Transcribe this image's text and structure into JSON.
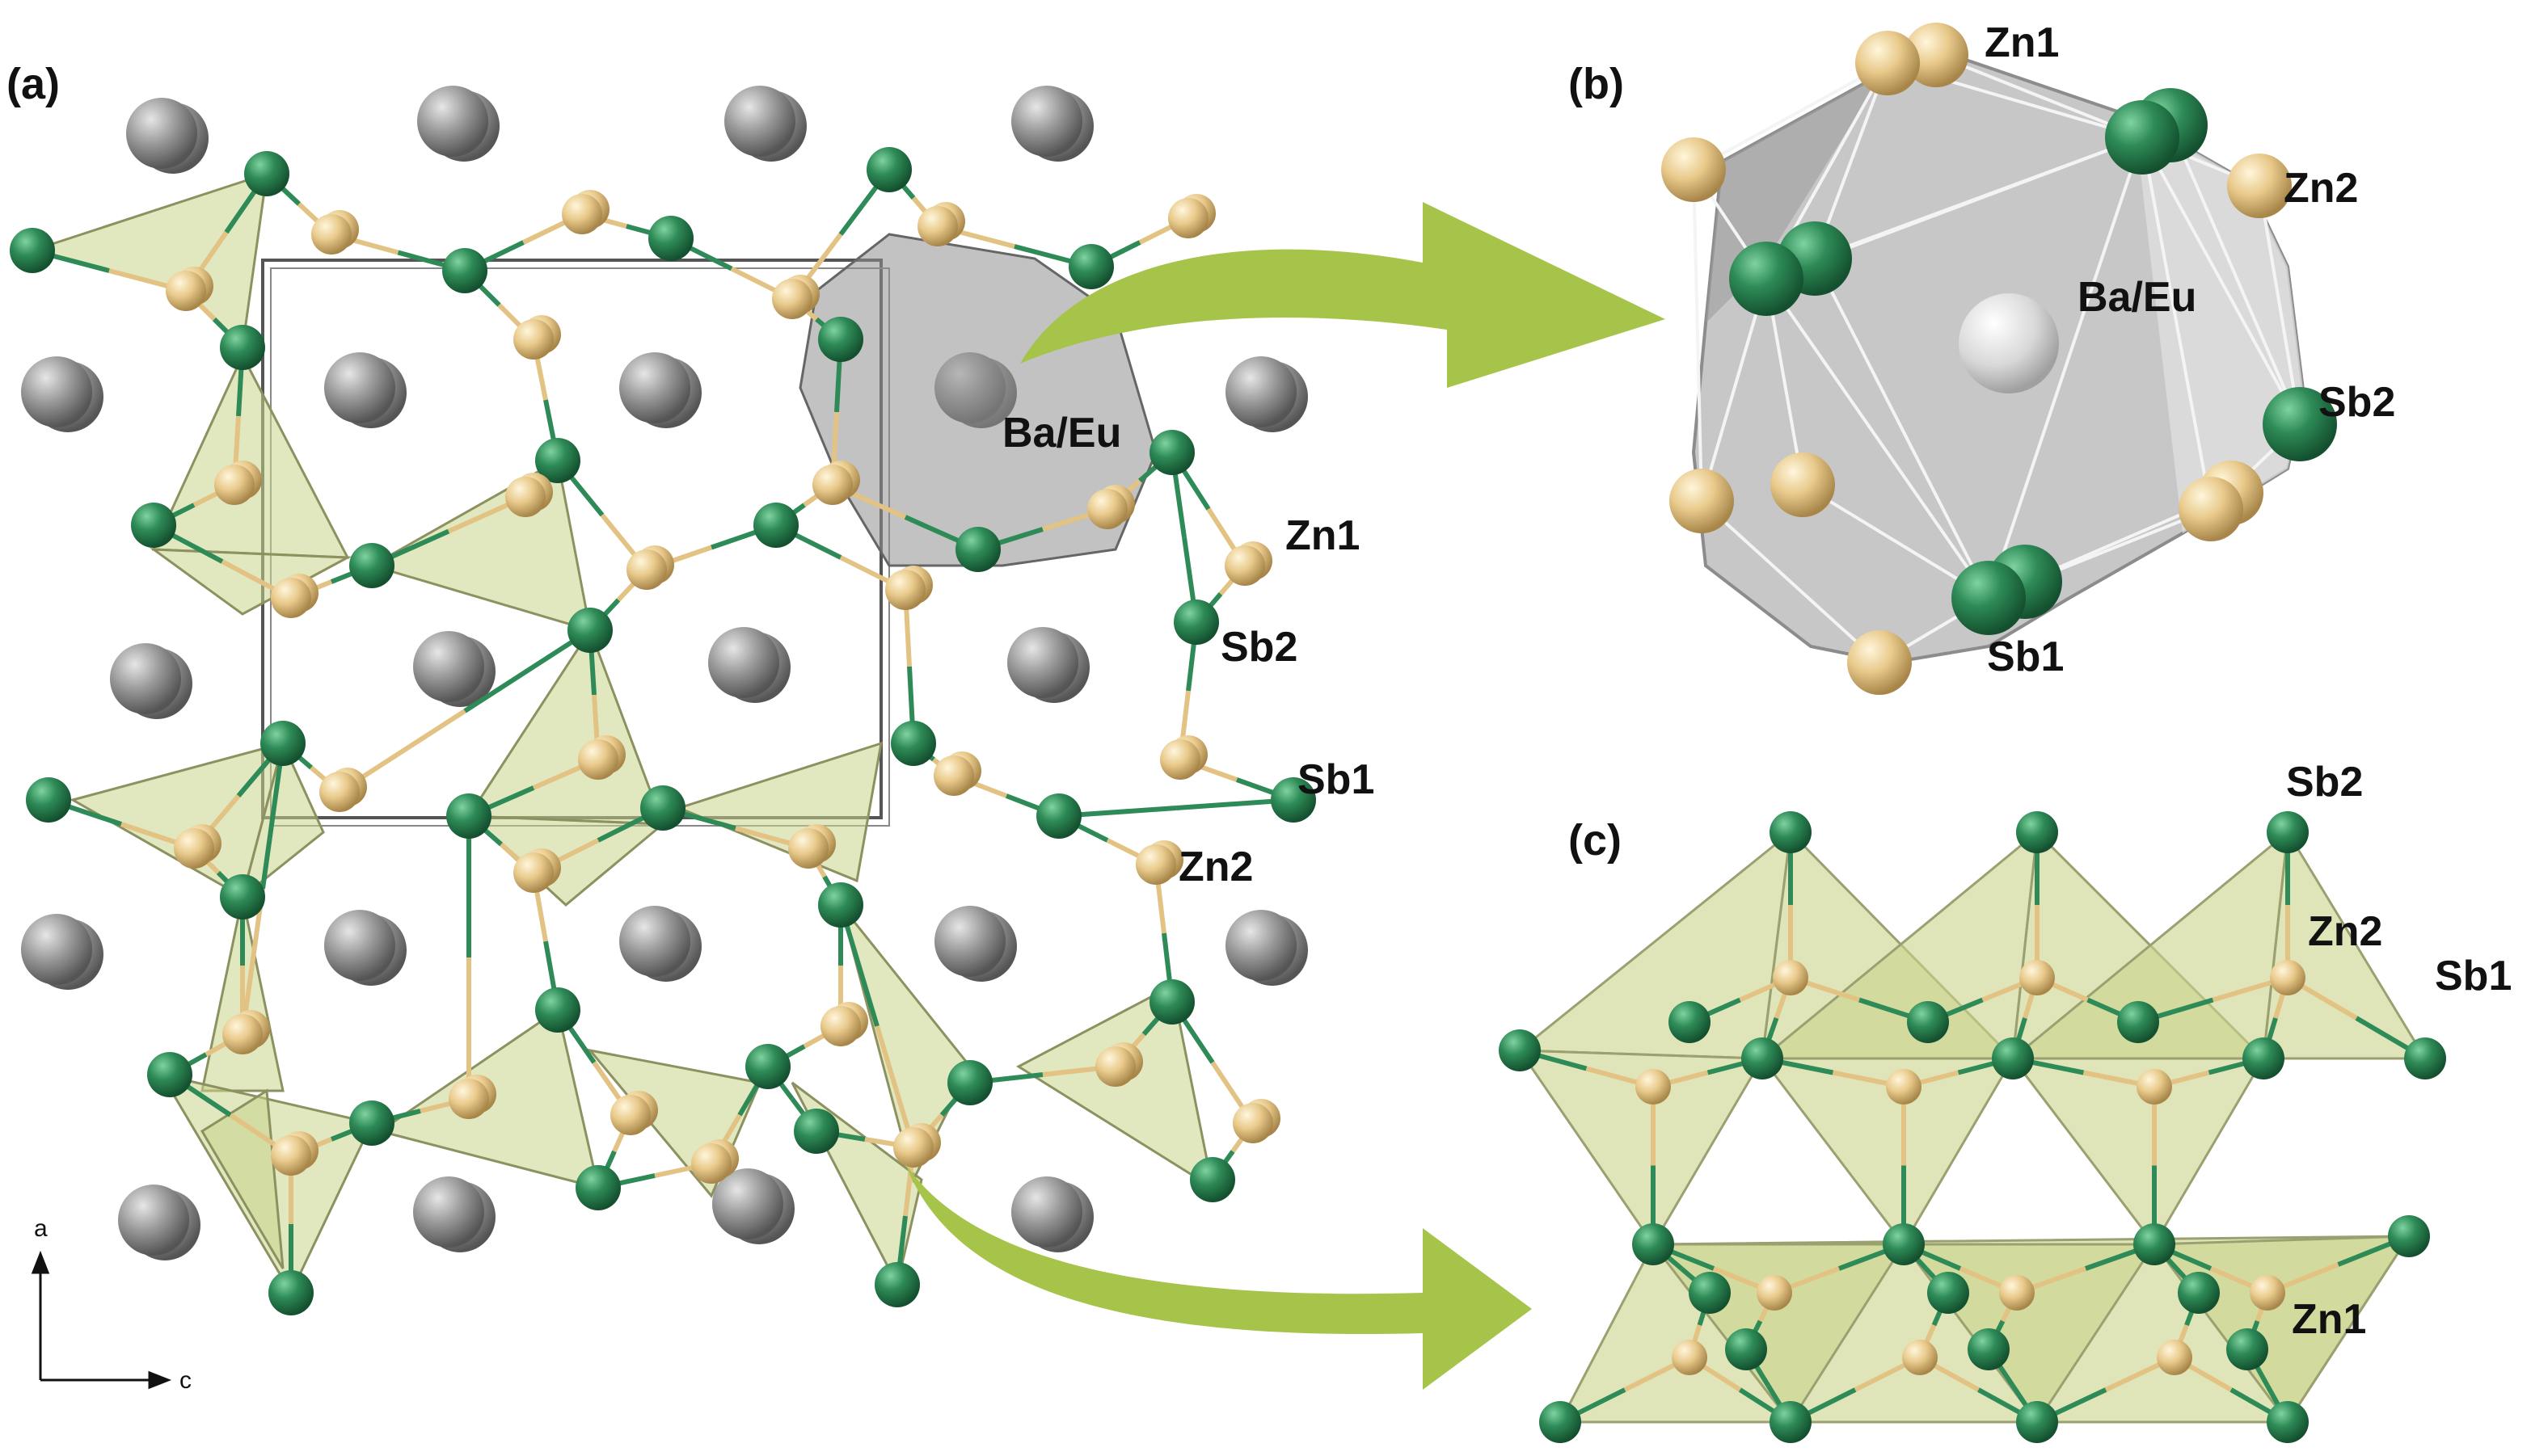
{
  "panels": {
    "a": "(a)",
    "b": "(b)",
    "c": "(c)"
  },
  "labels_a": {
    "ba_eu": "Ba/Eu",
    "zn1": "Zn1",
    "sb2": "Sb2",
    "sb1": "Sb1",
    "zn2": "Zn2"
  },
  "labels_b": {
    "zn1": "Zn1",
    "zn2": "Zn2",
    "ba_eu": "Ba/Eu",
    "sb2": "Sb2",
    "sb1": "Sb1"
  },
  "labels_c": {
    "sb2": "Sb2",
    "zn2": "Zn2",
    "sb1": "Sb1",
    "zn1": "Zn1"
  },
  "axes": {
    "vertical": "a",
    "horizontal": "c"
  },
  "colors": {
    "sb": "#2e8b57",
    "zn": "#e8c98a",
    "ba_eu": "#8c8c8c",
    "tetrahedron": "#c9d38a",
    "cage": "#b9b9b9",
    "arrow": "#a6c34a"
  }
}
